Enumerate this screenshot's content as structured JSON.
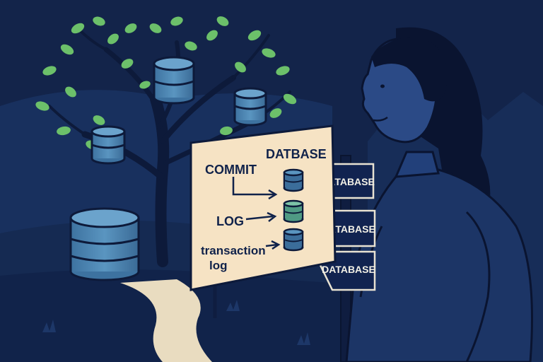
{
  "sign": {
    "title_left": "COMMIT",
    "title_right": "DATBASE",
    "row_log": "LOG",
    "row_transaction_1": "transaction",
    "row_transaction_2": "log"
  },
  "signposts": [
    {
      "label": "DATABASE"
    },
    {
      "label": "DATABASE"
    },
    {
      "label": "DATABASE"
    }
  ],
  "colors": {
    "sky": "#13244a",
    "hill_far": "#1a3060",
    "hill_near": "#162a55",
    "sign_paper": "#f6e3c4",
    "path": "#e9dcc0",
    "leaf": "#6cc06a",
    "db_blue": "#4e86b3",
    "db_green": "#4f9a84",
    "ink": "#0d1a3a"
  }
}
